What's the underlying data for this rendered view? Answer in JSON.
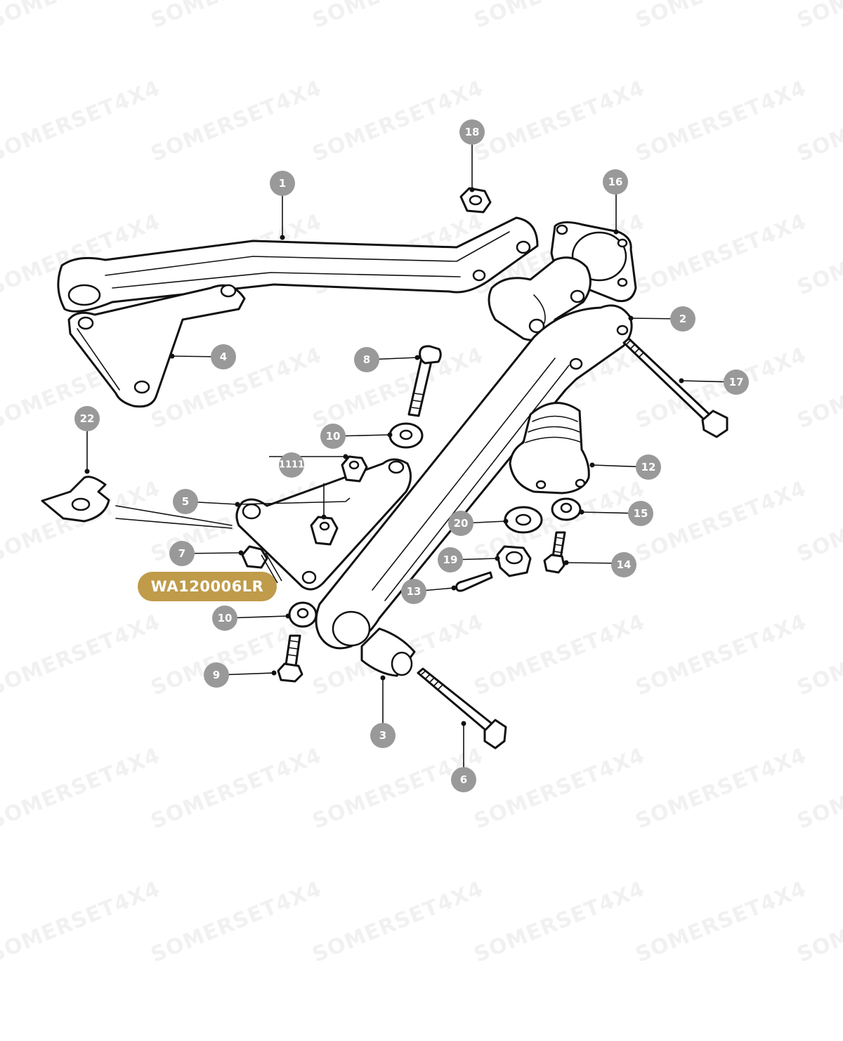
{
  "watermark": {
    "text": "SOMERSET4X4"
  },
  "reference_code": "WA120006LR",
  "colors": {
    "callout": "#999999",
    "reference_badge": "#bf9b4a",
    "line": "#111111",
    "watermark": "#f1f1f1"
  },
  "callouts": [
    {
      "id": "c1",
      "label": "1"
    },
    {
      "id": "c2",
      "label": "2"
    },
    {
      "id": "c3",
      "label": "3"
    },
    {
      "id": "c4",
      "label": "4"
    },
    {
      "id": "c5",
      "label": "5"
    },
    {
      "id": "c6",
      "label": "6"
    },
    {
      "id": "c7",
      "label": "7"
    },
    {
      "id": "c8",
      "label": "8"
    },
    {
      "id": "c9",
      "label": "9"
    },
    {
      "id": "c10a",
      "label": "10"
    },
    {
      "id": "c10b",
      "label": "10"
    },
    {
      "id": "c11",
      "label": "1111"
    },
    {
      "id": "c12",
      "label": "12"
    },
    {
      "id": "c13",
      "label": "13"
    },
    {
      "id": "c14",
      "label": "14"
    },
    {
      "id": "c15",
      "label": "15"
    },
    {
      "id": "c16",
      "label": "16"
    },
    {
      "id": "c17",
      "label": "17"
    },
    {
      "id": "c18",
      "label": "18"
    },
    {
      "id": "c19",
      "label": "19"
    },
    {
      "id": "c20",
      "label": "20"
    },
    {
      "id": "c22",
      "label": "22"
    }
  ]
}
